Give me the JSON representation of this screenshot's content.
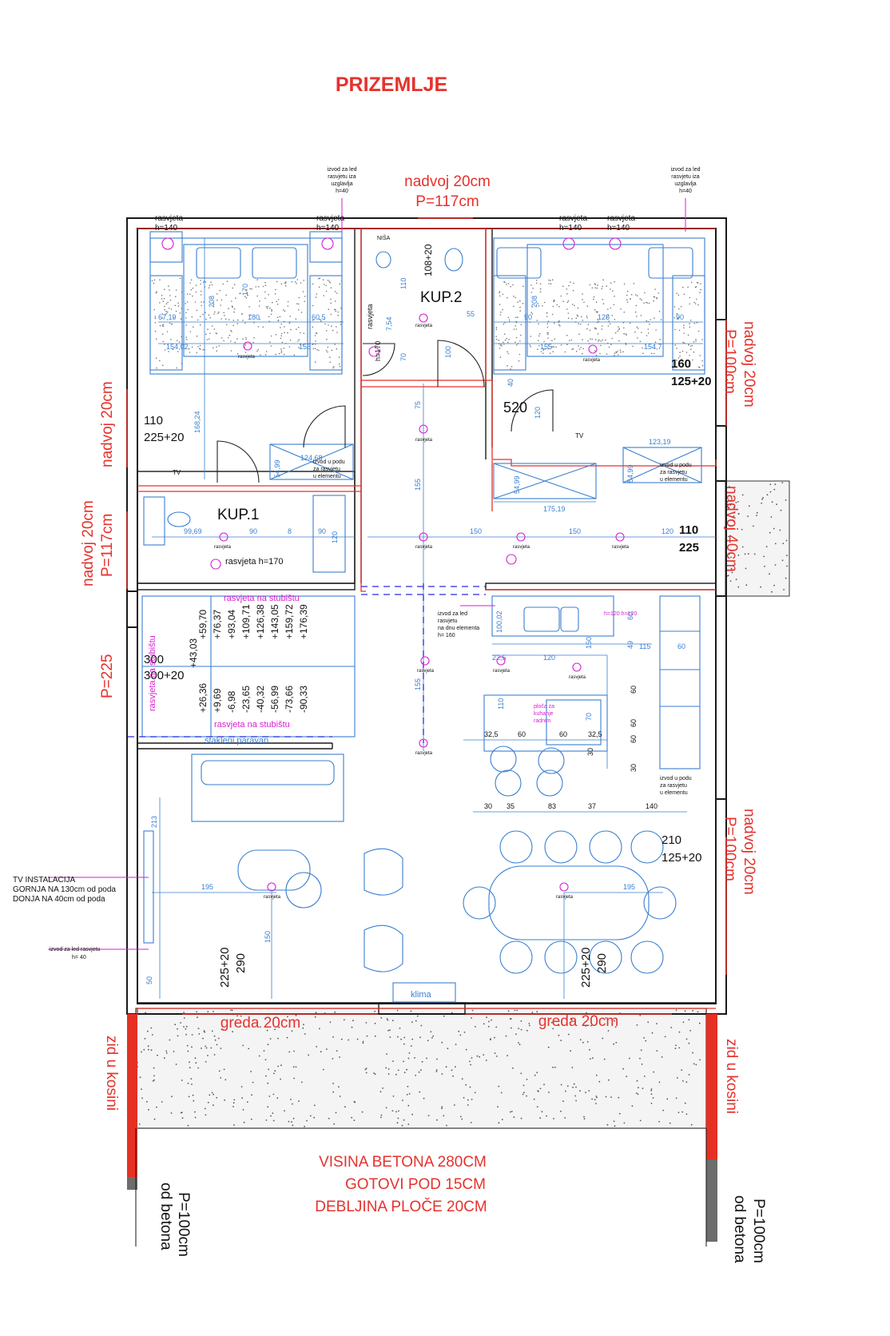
{
  "title": "PRIZEMLJE",
  "colors": {
    "wall": "#222222",
    "annotation_red": "#e5322d",
    "electrical_magenta": "#d61fd1",
    "furniture_blue": "#3a7fd0",
    "terrace": "#f2f2f2",
    "column_red": "#e53024",
    "column_grey": "#6d6d6d"
  },
  "rooms": {
    "kup1": "KUP.1",
    "kup2": "KUP.2",
    "hall_height": "520",
    "bed_left": {
      "a": "110",
      "b": "225+20"
    },
    "bed_right": {
      "a": "160",
      "b": "125+20"
    },
    "hall_right": {
      "a": "110",
      "b": "225"
    },
    "stairs": {
      "a": "300",
      "b": "300+20"
    },
    "living_left": {
      "a": "290",
      "b": "225+20"
    },
    "living_right": {
      "a": "290",
      "b": "225+20"
    },
    "dining": {
      "a": "210",
      "b": "125+20"
    }
  },
  "red_notes": {
    "top_nadvoj": "nadvoj 20cm",
    "top_p": "P=117cm",
    "left_nadvoj_upper": "nadvoj 20cm",
    "left_nadvoj_lower": "nadvoj 20cm",
    "left_p117": "P=117cm",
    "left_p225": "P=225",
    "right_nadvoj_upper": "nadvoj 20cm",
    "right_p100_upper": "P=100cm",
    "right_nadvoj40": "nadvoj 40cm",
    "right_nadvoj_lower": "nadvoj 20cm",
    "right_p100_lower": "P=100cm",
    "greda_left": "greda 20cm",
    "greda_right": "greda 20cm",
    "zid_left": "zid u kosini",
    "zid_right": "zid u kosini",
    "note1": "VISINA BETONA 280CM",
    "note2": "GOTOVI POD 15CM",
    "note3": "DEBLJINA PLOČE 20CM"
  },
  "grey_notes": {
    "left_p": "P=100cm",
    "left_od": "od betona",
    "right_p": "P=100cm",
    "right_od": "od betona"
  },
  "electrical": {
    "led_top_left": [
      "izvod za led",
      "rasvjetu iza",
      "uzglavlja",
      "h=40"
    ],
    "led_top_right": [
      "izvod za led",
      "rasvjetu iza",
      "uzglavlja",
      "h=40"
    ],
    "rasvjeta_140": "rasvjeta",
    "h140": "h=140",
    "h40": "h=40",
    "rasvjeta": "rasvjeta",
    "rasvjeta_170": "rasvjeta h=170",
    "rasvjeta_170_bath": "rasvjeta",
    "h170": "h=170",
    "stubiste_top": "rasvjeta na stubištu",
    "stubiste_side": "rasvjeta na stubištu",
    "stubiste_bottom": "rasvjeta na stubištu",
    "izvod_pod_left": [
      "izvod u podu",
      "za rasvjetu",
      "u elementu"
    ],
    "izvod_pod_right": [
      "izvod u podu",
      "za rasvjetu",
      "u elementu"
    ],
    "izvod_pod_kitchen": [
      "izvod u podu",
      "za rasvjetu",
      "u elementu"
    ],
    "izvod_led_dno": [
      "izvod za led",
      "rasvjetu",
      "na dnu elementa",
      "h= 160"
    ],
    "tv_install": [
      "TV INSTALACIJA",
      "GORNJA NA 130cm od poda",
      "DONJA NA 40cm od poda"
    ],
    "led_wall": [
      "izvod za led rasvjetu",
      "h= 40"
    ],
    "klima": "klima",
    "stakleni": "stakleni paravan",
    "tv": "TV",
    "nisa": "NIŠA",
    "ploca": [
      "ploča za",
      "kuhanje",
      "radnim"
    ]
  },
  "dimensions": {
    "d67": "67,19",
    "d180": "180",
    "d60_5": "60,5",
    "d154": "154,02",
    "d155a": "155",
    "d208a": "208",
    "d170a": "170",
    "d168": "168,24",
    "d124": "124,68",
    "d54a": "54,99",
    "d110": "110",
    "d7_54": "7,54",
    "d70a": "70",
    "d100": "100",
    "d55": "55",
    "d108": "108+20",
    "d90a": "90",
    "d128": "128",
    "d90b": "90",
    "d155b": "155",
    "d154_7": "154,7",
    "d208b": "208",
    "d120a": "120",
    "d40": "40",
    "d123": "123,19",
    "d54b": "54,99",
    "d54c": "54,99",
    "d175": "175,19",
    "d99": "99,69",
    "d90c": "90",
    "d8": "8",
    "d90d": "90",
    "d120b": "120",
    "d150a": "150",
    "d150b": "150",
    "d120c": "120",
    "d75": "75",
    "d155c": "155",
    "d155d": "155",
    "steps_up": [
      "+59,70",
      "+76,37",
      "+93,04",
      "+109,71",
      "+126,38",
      "+143,05",
      "+159,72",
      "+176,39"
    ],
    "steps_down": [
      "+26,36",
      "+9,69",
      "-6,98",
      "-23,65",
      "-40,32",
      "-56,99",
      "-73,66",
      "-90,33"
    ],
    "step_mid": "+43,03",
    "k100": "100,02",
    "k150": "150",
    "k115": "115",
    "k49": "49",
    "k60a": "60",
    "k60b": "60",
    "k22": "22,5",
    "k120": "120",
    "k110": "110",
    "k70": "70",
    "k32a": "32,5",
    "k60c": "60",
    "k60d": "60",
    "k32b": "32,5",
    "k30a": "30",
    "k30b": "30",
    "k60e": "60",
    "k60f": "60",
    "k60g": "60",
    "b30": "30",
    "b35": "35",
    "b83": "83",
    "b37": "37",
    "b140": "140",
    "l213": "213",
    "l195a": "195",
    "l150": "150",
    "l50": "50",
    "l195b": "195",
    "h120_120": "h=120 h=120"
  }
}
